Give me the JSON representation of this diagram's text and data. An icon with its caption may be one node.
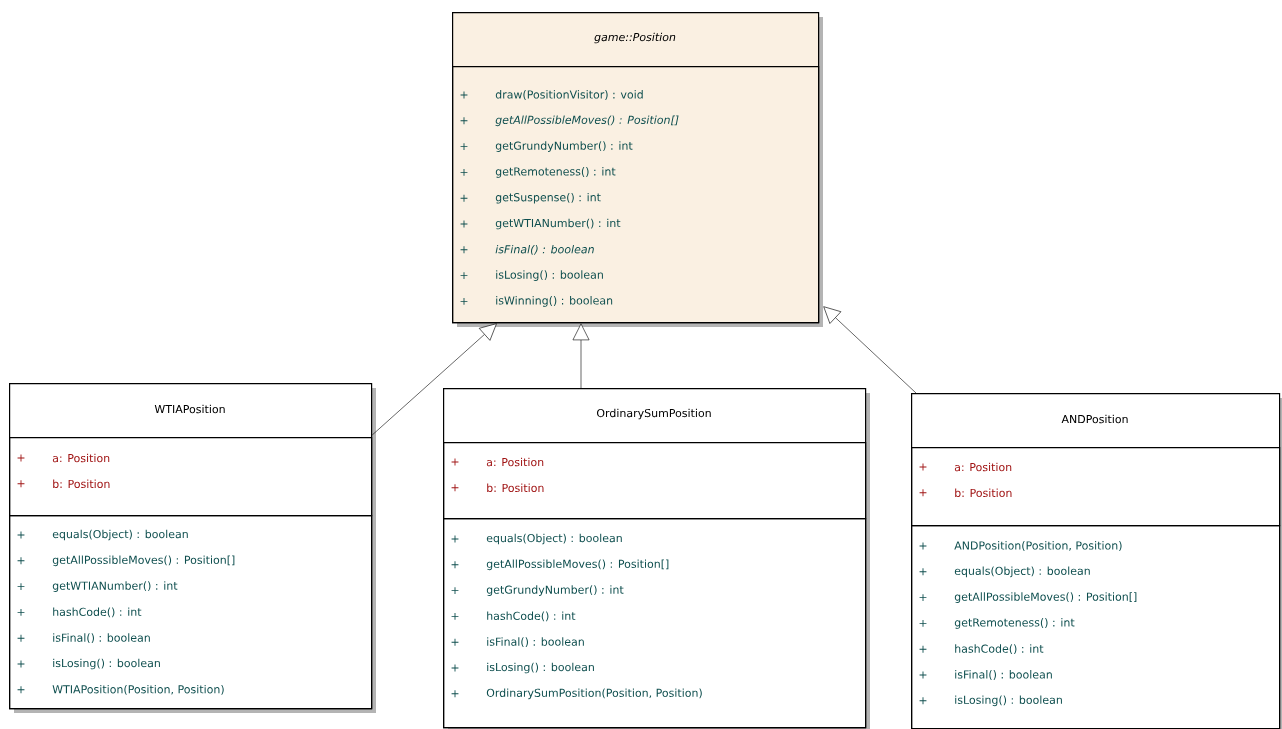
{
  "diagram": {
    "nodes": [
      {
        "text": [
          "*game::Position*"
        ]
      },
      {
        "text": [
          "+",
          "draw(PositionVisitor) : void",
          "+",
          "*getAllPossibleMoves() : Position[]*",
          "+",
          "getGrundyNumber() : int",
          "+",
          "getRemoteness() : int",
          "+",
          "getSuspense() : int",
          "+",
          "getWTIANumber() : int",
          "+",
          "*isFinal() : boolean*",
          "+",
          "isLosing() : boolean",
          "+",
          "isWinning() : boolean"
        ],
        "in": 0
      },
      {
        "text": [
          "WTIAPosition"
        ]
      },
      {
        "text": [
          "+",
          "a:  Position",
          "+",
          "b:  Position"
        ],
        "in": 2
      },
      {
        "text": [
          "+",
          "equals(Object) : boolean",
          "+",
          "getAllPossibleMoves() : Position[]",
          "+",
          "getWTIANumber() : int",
          "+",
          "hashCode() : int",
          "+",
          "isFinal() : boolean",
          "+",
          "isLosing() : boolean",
          "+",
          "WTIAPosition(Position, Position)"
        ],
        "in": 2
      },
      {
        "text": [
          "OrdinarySumPosition"
        ]
      },
      {
        "text": [
          "+",
          "a:  Position",
          "+",
          "b:  Position"
        ],
        "in": 5
      },
      {
        "text": [
          "+",
          "equals(Object) : boolean",
          "+",
          "getAllPossibleMoves() : Position[]",
          "+",
          "getGrundyNumber() : int",
          "+",
          "hashCode() : int",
          "+",
          "isFinal() : boolean",
          "+",
          "isLosing() : boolean",
          "+",
          "OrdinarySumPosition(Position, Position)"
        ],
        "in": 5
      },
      {
        "text": [
          "ANDPosition"
        ]
      },
      {
        "text": [
          "+",
          "a:  Position",
          "+",
          "b:  Position"
        ],
        "in": 8
      },
      {
        "text": [
          "+",
          "ANDPosition(Position, Position)",
          "+",
          "equals(Object) : boolean",
          "+",
          "getAllPossibleMoves() : Position[]",
          "+",
          "getRemoteness() : int",
          "+",
          "hashCode() : int",
          "+",
          "isFinal() : boolean",
          "+",
          "isLosing() : boolean"
        ],
        "in": 8
      }
    ],
    "edges": [
      {
        "from": 2,
        "to": 0,
        "arrow": "to"
      },
      {
        "from": 5,
        "to": 0,
        "arrow": "to"
      },
      {
        "from": 8,
        "to": 0,
        "arrow": "to"
      }
    ]
  }
}
